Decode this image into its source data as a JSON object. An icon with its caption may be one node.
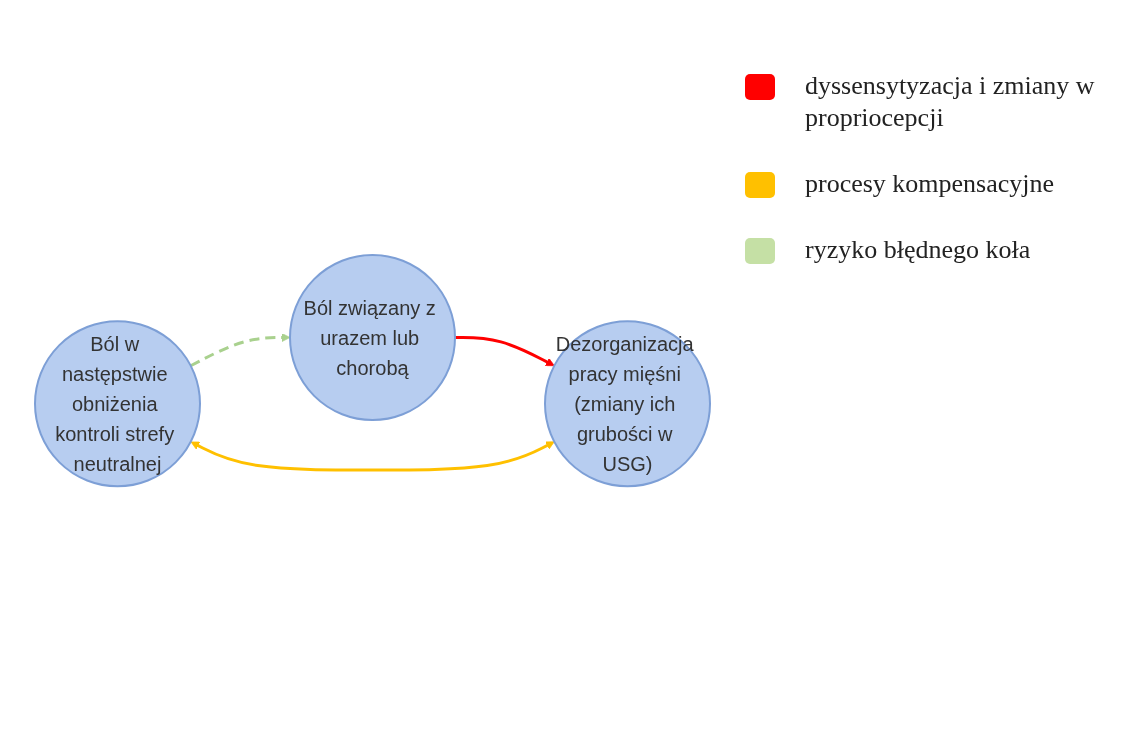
{
  "diagram": {
    "nodes": [
      {
        "text": [
          "Ból związany z urazem lub chorobą"
        ]
      },
      {
        "text": [
          "Ból w następstwie obniżenia kontroli strefy neutralnej"
        ]
      },
      {
        "text": [
          "Dezorganizacja pracy mięśni (zmiany ich grubości w USG)"
        ]
      }
    ],
    "edges": [
      {
        "from": 1,
        "to": 0,
        "arrow": "to",
        "style": "dashed",
        "color": "#a9d18e"
      },
      {
        "from": 0,
        "to": 2,
        "arrow": "to",
        "color": "#ff0000"
      },
      {
        "from": 1,
        "to": 2,
        "arrow": "both",
        "color": "#ffc000"
      }
    ],
    "legend": [
      {
        "text": "dyssensytyzacja i zmiany w propriocepcji",
        "color": "#ff0000"
      },
      {
        "text": "procesy kompensacyjne",
        "color": "#ffc000"
      },
      {
        "text": "ryzyko błędnego koła",
        "color": "#c5e0a5"
      }
    ]
  }
}
